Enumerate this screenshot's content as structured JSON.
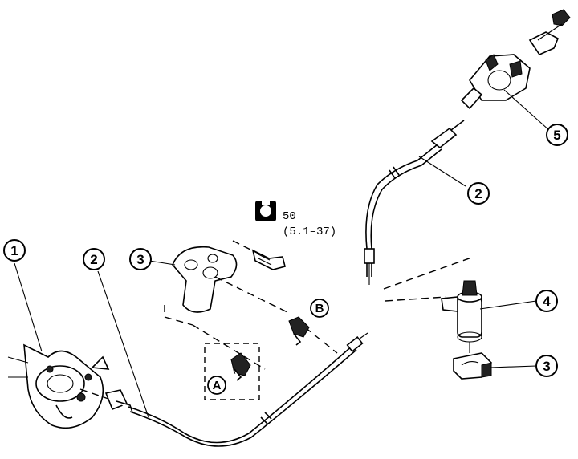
{
  "diagram": {
    "callouts": [
      {
        "id": "c1",
        "label": "1"
      },
      {
        "id": "c2a",
        "label": "2"
      },
      {
        "id": "c3a",
        "label": "3"
      },
      {
        "id": "c2b",
        "label": "2"
      },
      {
        "id": "c5",
        "label": "5"
      },
      {
        "id": "c4",
        "label": "4"
      },
      {
        "id": "c3b",
        "label": "3"
      }
    ],
    "detail_letters": [
      "A",
      "B"
    ],
    "torque": {
      "value": "50",
      "range": "(5.1–37)",
      "icon": "torque-wrench-icon"
    }
  }
}
